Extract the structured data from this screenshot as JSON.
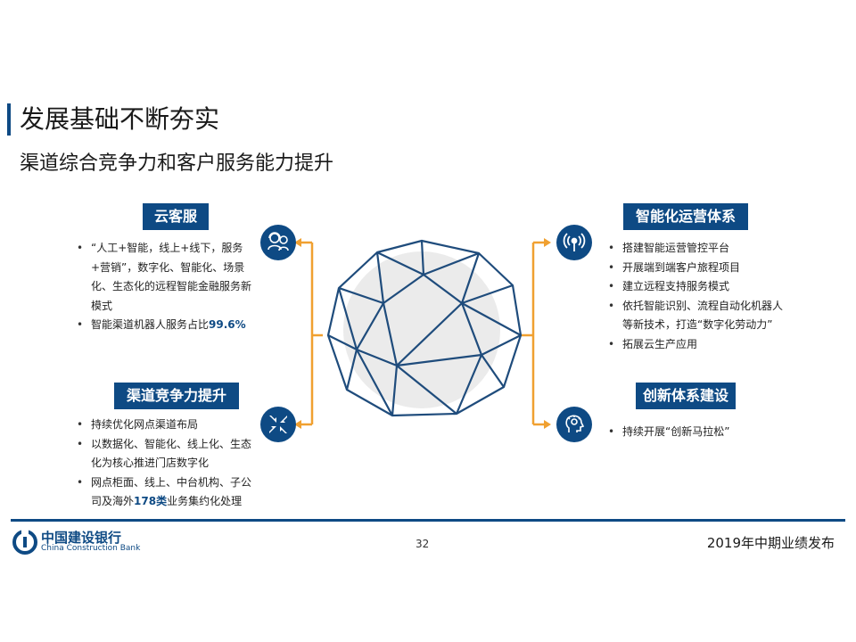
{
  "title": "发展基础不断夯实",
  "subtitle": "渠道综合竞争力和客户服务能力提升",
  "sections": {
    "cloud_service": {
      "label": "云客服",
      "icon": "customer-service-icon",
      "bullets": [
        {
          "text": "“人工+智能，线上+线下，服务+营销”，数字化、智能化、场景化、生态化的远程智能金融服务新模式"
        },
        {
          "text": "智能渠道机器人服务占比",
          "highlight": "99.6%"
        }
      ]
    },
    "channel": {
      "label": "渠道竞争力提升",
      "icon": "converge-arrows-icon",
      "bullets": [
        {
          "text": "持续优化网点渠道布局"
        },
        {
          "text": "以数据化、智能化、线上化、生态化为核心推进门店数字化"
        },
        {
          "text_before": "网点柜面、线上、中台机构、子公司及海外",
          "highlight": "178类",
          "text_after": "业务集约化处理"
        }
      ]
    },
    "operations": {
      "label": "智能化运营体系",
      "icon": "broadcast-icon",
      "bullets": [
        {
          "text": "搭建智能运营管控平台"
        },
        {
          "text": "开展端到端客户旅程项目"
        },
        {
          "text": "建立远程支持服务模式"
        },
        {
          "text": "依托智能识别、流程自动化机器人等新技术，打造“数字化劳动力”"
        },
        {
          "text": "拓展云生产应用"
        }
      ]
    },
    "innovation": {
      "label": "创新体系建设",
      "icon": "lightbulb-head-icon",
      "bullets": [
        {
          "text": "持续开展“创新马拉松”"
        }
      ]
    }
  },
  "footer": {
    "logo_cn": "中国建设银行",
    "logo_en": "China Construction Bank",
    "page_number": "32",
    "right_text": "2019年中期业绩发布"
  },
  "colors": {
    "brand_blue": "#0e4a84",
    "connector_orange": "#f0a030"
  }
}
